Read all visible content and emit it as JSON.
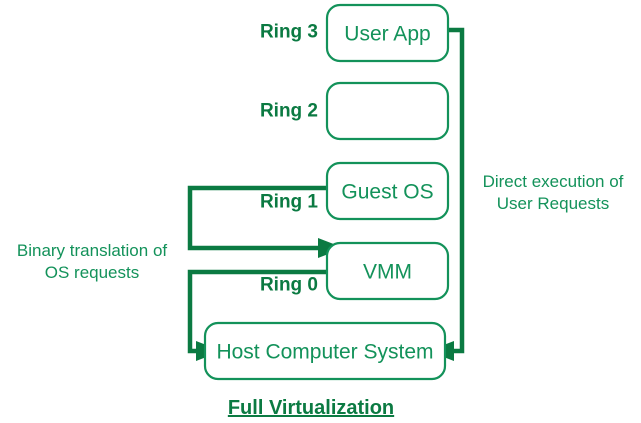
{
  "diagram": {
    "title": "Full Virtualization",
    "accent_color": "#13925a",
    "line_color": "#0b7a42",
    "background_color": "#ffffff",
    "rings": [
      {
        "id": "ring-3",
        "label": "Ring 3"
      },
      {
        "id": "ring-2",
        "label": "Ring 2"
      },
      {
        "id": "ring-1",
        "label": "Ring 1"
      },
      {
        "id": "ring-0",
        "label": "Ring 0"
      }
    ],
    "boxes": [
      {
        "id": "user-app",
        "label": "User App"
      },
      {
        "id": "ring-2-empty",
        "label": ""
      },
      {
        "id": "guest-os",
        "label": "Guest OS"
      },
      {
        "id": "vmm",
        "label": "VMM"
      },
      {
        "id": "host-computer-system",
        "label": "Host Computer System"
      }
    ],
    "annotations": [
      {
        "id": "binary-translation",
        "lines": [
          "Binary translation of",
          "OS requests"
        ]
      },
      {
        "id": "direct-execution",
        "lines": [
          "Direct execution of",
          "User Requests"
        ]
      }
    ]
  }
}
